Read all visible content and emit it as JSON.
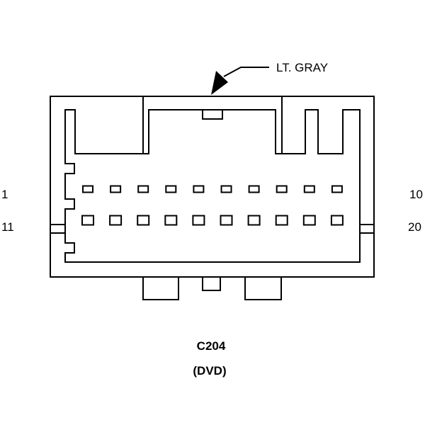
{
  "connector": {
    "color_callout": "LT. GRAY",
    "id": "C204",
    "description": "(DVD)",
    "pin_labels": {
      "top_left": "1",
      "top_right": "10",
      "bottom_left": "11",
      "bottom_right": "20"
    },
    "rows": [
      {
        "name": "top-row",
        "pins": [
          1,
          2,
          3,
          4,
          5,
          6,
          7,
          8,
          9,
          10
        ]
      },
      {
        "name": "bottom-row",
        "pins": [
          11,
          12,
          13,
          14,
          15,
          16,
          17,
          18,
          19,
          20
        ]
      }
    ]
  },
  "colors": {
    "line": "#000000",
    "background": "#ffffff"
  }
}
